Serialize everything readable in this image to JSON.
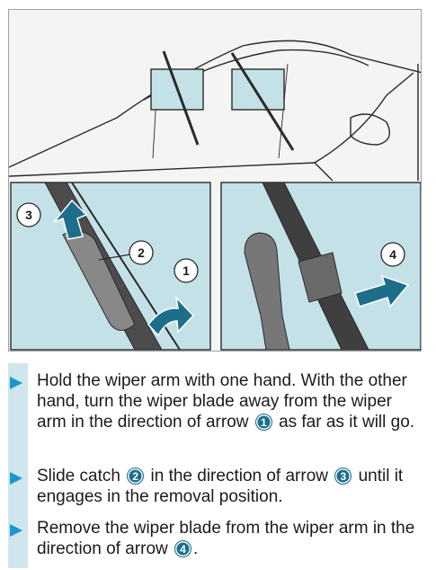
{
  "figure": {
    "callouts": [
      "1",
      "2",
      "3",
      "4"
    ],
    "colors": {
      "panel": "#c5e1e8",
      "arrow": "#1d6e8a",
      "outline": "#2a2a2a",
      "frame": "#9aa3a6"
    }
  },
  "steps": [
    {
      "text_a": "Hold the wiper arm with one hand. With the other hand, turn the wiper blade away from the wiper arm in the direction of arrow",
      "num_a": "1",
      "text_b": "as far as it will go."
    },
    {
      "text_a": "Slide catch",
      "num_a": "2",
      "text_b": "in the direction of arrow",
      "num_b": "3",
      "text_c": "until it engages in the removal position."
    },
    {
      "text_a": "Remove the wiper blade from the wiper arm in the direction of arrow",
      "num_a": "4",
      "text_b": "."
    }
  ],
  "bullet_icon": "triangle-right-icon"
}
